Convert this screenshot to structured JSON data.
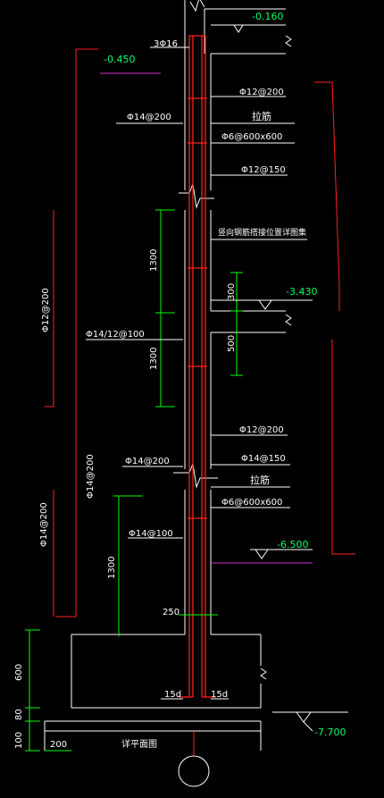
{
  "colors": {
    "background": "#000000",
    "outline": "#ffffff",
    "rebar": "#ff2020",
    "dimension": "#00ff00",
    "annotation": "#ffffff",
    "level_mark": "#00ff66",
    "level_line": "#cc33cc",
    "leader": "#ff2020"
  },
  "levels": {
    "level_1": "-0.160",
    "level_2": "-0.450",
    "level_3": "-3.430",
    "level_4": "-6.500",
    "level_5": "-7.700"
  },
  "labels": {
    "corner_bars": "3Φ16",
    "tie_upper_1": "Φ12@200",
    "horiz_upper": "Φ14@200",
    "tie_label_upper": "拉筋",
    "tie_spec_upper": "Φ6@600x600",
    "tie_upper_2": "Φ12@150",
    "splice_note": "竖向钢筋搭接位置详图集",
    "horiz_mid": "Φ14/12@100",
    "tie_lower_1": "Φ12@200",
    "horiz_lower": "Φ14@200",
    "tie_lower_2": "Φ14@150",
    "tie_label_lower": "拉筋",
    "tie_spec_lower": "Φ6@600x600",
    "horiz_bottom": "Φ14@100",
    "left_span_1": "Φ12@200",
    "left_span_2": "Φ14@200",
    "left_span_3": "Φ14@200",
    "anchor_left": "15d",
    "anchor_right": "15d",
    "wall_thickness": "250",
    "footing_ext": "200",
    "footing_note": "详平面图"
  },
  "dims": {
    "splice_1": "1300",
    "splice_2": "1300",
    "splice_3": "1300",
    "beam_top": "300",
    "beam_bottom": "500",
    "footing_height": "600",
    "cushion_1": "80",
    "cushion_2": "100"
  }
}
